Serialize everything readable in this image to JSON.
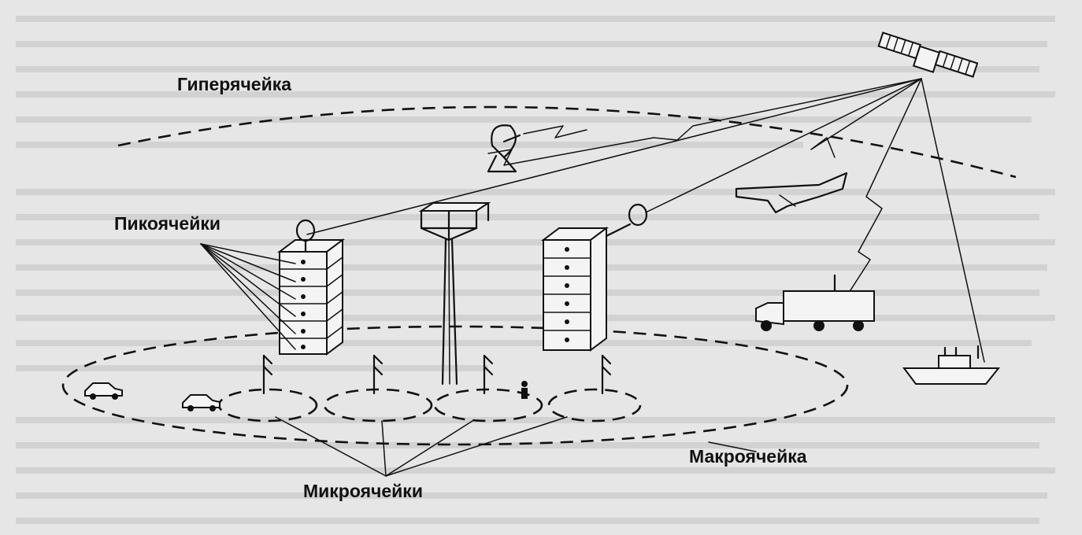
{
  "labels": {
    "hypercell": "Гиперячейка",
    "picocells": "Пикоячейки",
    "macrocell": "Макроячейка",
    "microcells": "Микроячейки"
  }
}
